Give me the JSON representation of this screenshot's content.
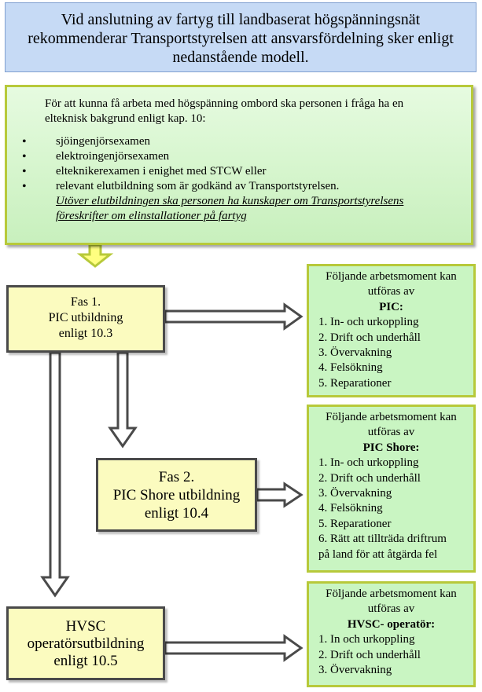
{
  "header": {
    "lines": [
      "Vid anslutning av fartyg till landbaserat högspänningsnät",
      "rekommenderar Transportstyrelsen att ansvarsfördelning sker enligt",
      "nedanstående modell."
    ]
  },
  "prerequisites": {
    "intro_lines": [
      "För att kunna få arbeta med högspänning ombord ska personen i fråga ha en",
      "elteknisk bakgrund enligt kap. 10:"
    ],
    "items": [
      "sjöingenjörsexamen",
      "elektroingenjörsexamen",
      "elteknikerexamen i enighet med STCW eller",
      "relevant elutbildning som är godkänd av Transportstyrelsen."
    ],
    "note_lines": [
      "Utöver elutbildningen ska personen ha kunskaper om Transportstyrelsens",
      "föreskrifter om elinstallationer på fartyg"
    ]
  },
  "phases": [
    {
      "lines": [
        "Fas 1.",
        "PIC utbildning",
        "enligt 10.3"
      ]
    },
    {
      "lines": [
        "Fas 2.",
        "PIC Shore utbildning",
        "enligt 10.4"
      ]
    },
    {
      "lines": [
        "HVSC",
        "operatörsutbildning",
        "enligt 10.5"
      ]
    }
  ],
  "panels": [
    {
      "heading_lines": [
        "Följande arbetsmoment kan",
        "utföras av"
      ],
      "role": "PIC:",
      "tasks": [
        "1. In- och urkoppling",
        "2. Drift och underhåll",
        "3. Övervakning",
        "4. Felsökning",
        "5. Reparationer"
      ]
    },
    {
      "heading_lines": [
        "Följande arbetsmoment kan",
        "utföras av"
      ],
      "role": "PIC Shore:",
      "tasks": [
        "1. In- och urkoppling",
        "2. Drift och underhåll",
        "3. Övervakning",
        "4. Felsökning",
        "5. Reparationer",
        "6. Rätt att tillträda driftrum",
        "på land för att åtgärda fel"
      ]
    },
    {
      "heading_lines": [
        "Följande arbetsmoment kan",
        "utföras av"
      ],
      "role": "HVSC- operatör:",
      "tasks": [
        "1. In och urkoppling",
        "2. Drift och underhåll",
        "3. Övervakning"
      ]
    }
  ],
  "colors": {
    "header_fill": "#c6daf5",
    "green_fill": "#c9f5c2",
    "olive_border": "#b7c93a",
    "phase_fill": "#fbfbbf",
    "arrow_stroke": "#4a4a4a"
  }
}
